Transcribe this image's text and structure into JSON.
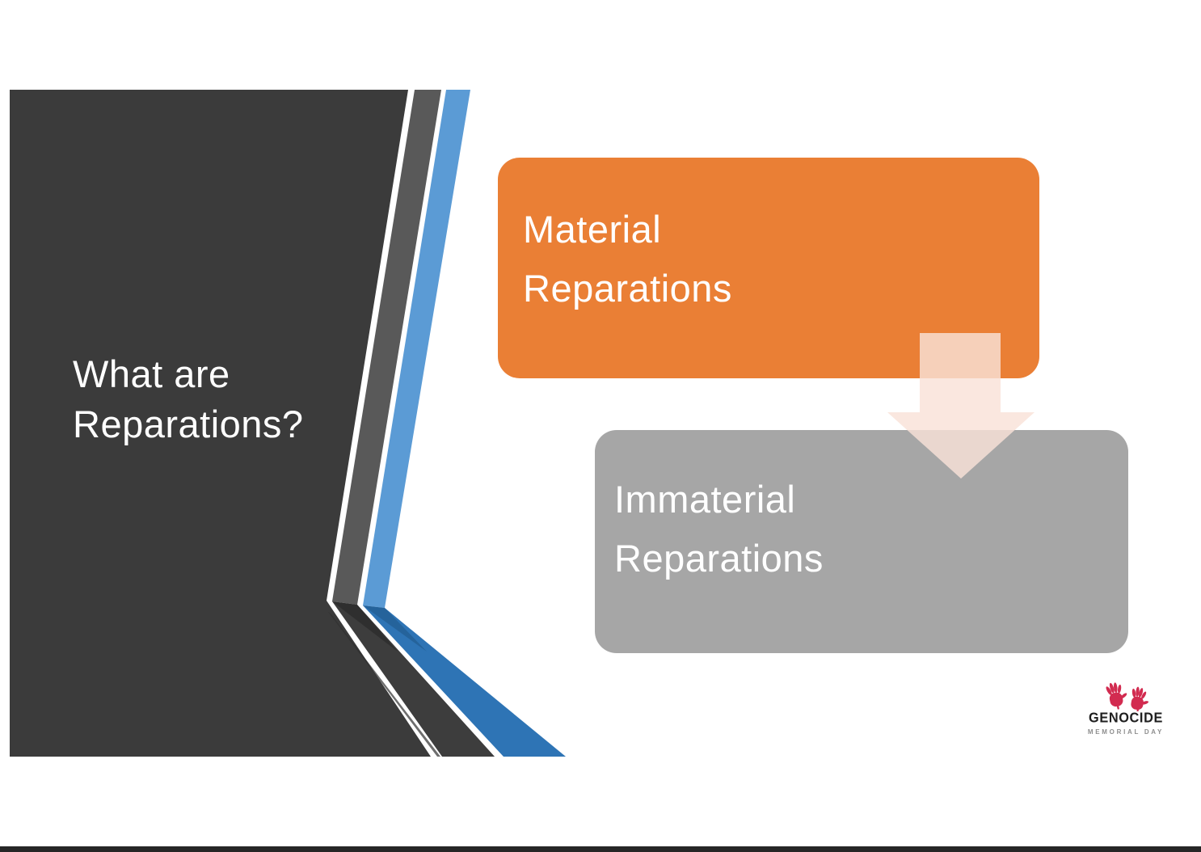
{
  "slide": {
    "title": "What are Reparations?",
    "diagram": {
      "nodes": [
        {
          "id": "material",
          "label": "Material Reparations"
        },
        {
          "id": "immaterial",
          "label": "Immaterial Reparations"
        }
      ],
      "connector": "down-arrow"
    },
    "logo": {
      "title": "GENOCIDE",
      "subtitle": "MEMORIAL DAY"
    },
    "colors": {
      "panel_dark": "#3B3B3B",
      "stripe_gray": "#595959",
      "stripe_gray_dark": "#3D3D3D",
      "stripe_blue": "#5B9BD5",
      "stripe_blue_dark": "#2E74B5",
      "node_orange": "#EA7F35",
      "node_gray": "#A6A6A6",
      "arrow_pink": "#F9E2D8",
      "text_white": "#FFFFFF",
      "logo_red": "#D22B50",
      "logo_black": "#1F1F1F",
      "logo_gray": "#8E8E8E",
      "footer_bar": "#262626"
    }
  }
}
